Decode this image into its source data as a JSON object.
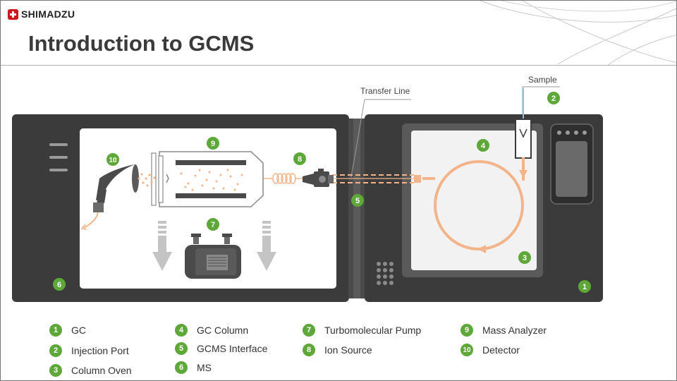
{
  "header": {
    "brand": "SHIMADZU",
    "title": "Introduction to GCMS"
  },
  "labels": {
    "transfer_line": "Transfer Line",
    "sample": "Sample"
  },
  "badges": {
    "gc": "1",
    "injection_port": "2",
    "column_oven": "3",
    "gc_column": "4",
    "gcms_interface": "5",
    "ms": "6",
    "pump": "7",
    "ion_source": "8",
    "mass_analyzer": "9",
    "detector": "10"
  },
  "legend": [
    {
      "num": "1",
      "label": "GC"
    },
    {
      "num": "2",
      "label": "Injection Port"
    },
    {
      "num": "3",
      "label": "Column Oven"
    },
    {
      "num": "4",
      "label": "GC Column"
    },
    {
      "num": "5",
      "label": "GCMS Interface"
    },
    {
      "num": "6",
      "label": "MS"
    },
    {
      "num": "7",
      "label": "Turbomolecular Pump"
    },
    {
      "num": "8",
      "label": "Ion Source"
    },
    {
      "num": "9",
      "label": "Mass Analyzer"
    },
    {
      "num": "10",
      "label": "Detector"
    }
  ],
  "colors": {
    "badge": "#5ea83a",
    "instrument": "#3b3b3b",
    "flow": "#f3b48a",
    "panel": "#ffffff",
    "gray": "#9a9a9a"
  }
}
